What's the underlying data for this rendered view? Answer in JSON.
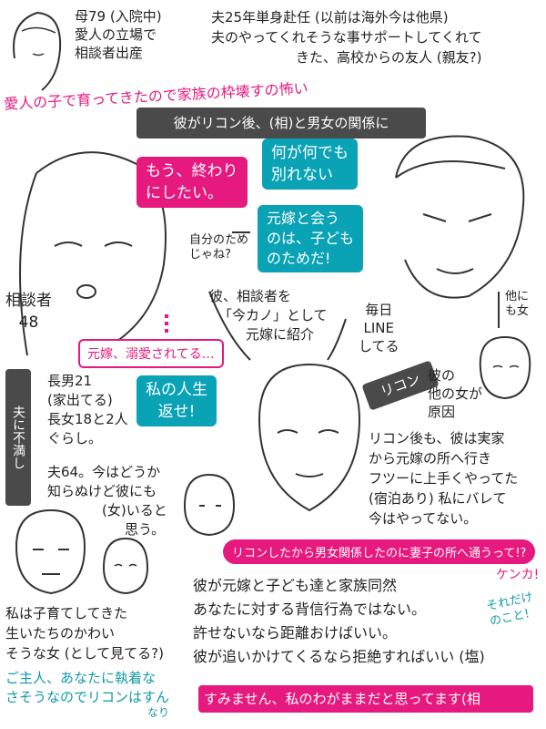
{
  "mother_note": [
    "母79 (入院中)",
    "愛人の立場で",
    "相談者出産"
  ],
  "husband_note": [
    "夫25年単身赴任 (以前は海外今は他県)",
    "夫のやってくれそうな事サポートしてくれて",
    "きた、高校からの友人 (親友?)"
  ],
  "fear_line": "愛人の子で育ってきたので家族の枠壊すの怖い",
  "banner_top": "彼がリコン後、(相)と男女の関係に",
  "bubble_end": [
    "もう、終わり",
    "にしたい。"
  ],
  "bubble_no_part": [
    "何が何でも",
    "別れない"
  ],
  "bubble_for_kids": [
    "元嫁と会う",
    "のは、子ども",
    "のためだ!"
  ],
  "self_note": [
    "自分のため",
    "じゃね?"
  ],
  "consultant_label": [
    "相談者",
    "48"
  ],
  "intro_note": [
    "彼、相談者を",
    "「今カノ」として",
    "元嫁に紹介"
  ],
  "line_note": [
    "毎日",
    "LINE",
    "してる"
  ],
  "other_woman_label": [
    "他に",
    "も女"
  ],
  "jealous_box": "元嫁、溺愛されてる…",
  "life_box": [
    "私の人生",
    "返せ!"
  ],
  "divorce_banner": "リコン",
  "cause_note": [
    "彼の",
    "他の女が",
    "原因"
  ],
  "family_note": [
    "長男21",
    "(家出てる)",
    "長女18と2人",
    "ぐらし。"
  ],
  "left_banner": "夫に不満し",
  "husband64_note": [
    "夫64。今はどうか",
    "知らぬけど彼にも",
    "(女)いると",
    "思う。"
  ],
  "after_divorce_note": [
    "リコン後も、彼は実家",
    "から元嫁の所へ行き",
    "フツーに上手くやってた",
    "(宿泊あり) 私にバレて",
    "今はやってない。"
  ],
  "complaint_box": "リコンしたから男女関係したのに妻子の所へ通うって!?",
  "fight_label": "ケンカ!",
  "answer_lines": [
    "彼が元嫁と子ども達と家族同然",
    "あなたに対する背信行為ではない。",
    "許せないなら距離おけばいい。",
    "彼が追いかけてくるなら拒絶すればいい (塩)"
  ],
  "just_that": [
    "それだけ",
    "のこと!"
  ],
  "raising_note": [
    "私は子育てしてきた",
    "生いたちのかわい",
    "そうな女 (として見てる?)"
  ],
  "husband_attached": [
    "ご主人、あなたに執着な",
    "さそうなのでリコンはすん",
    "なり"
  ],
  "final_box": "すみません、私のわがままだと思ってます(相",
  "colors": {
    "pink": "#e6197e",
    "teal": "#0aa2b5",
    "dark": "#4a4a4a"
  }
}
